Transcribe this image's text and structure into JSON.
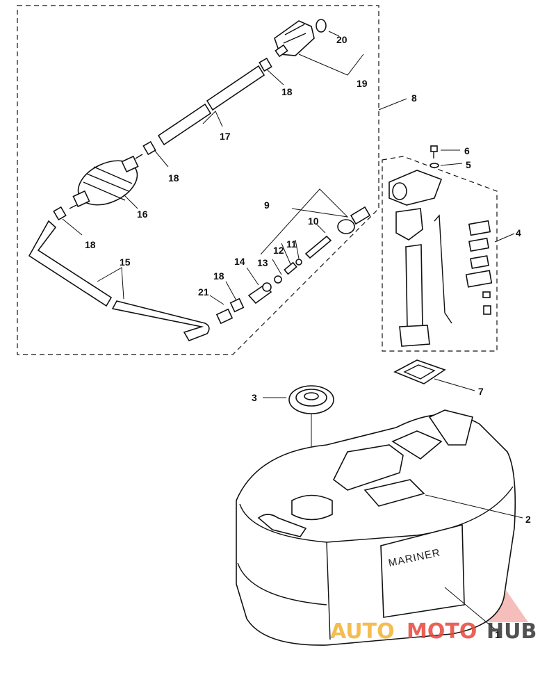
{
  "diagram": {
    "labels": {
      "p1": "1",
      "p2": "2",
      "p3": "3",
      "p4": "4",
      "p5": "5",
      "p6": "6",
      "p7": "7",
      "p8": "8",
      "p9": "9",
      "p10": "10",
      "p11": "11",
      "p12": "12",
      "p13": "13",
      "p14": "14",
      "p15": "15",
      "p16": "16",
      "p17": "17",
      "p18a": "18",
      "p18b": "18",
      "p18c": "18",
      "p18d": "18",
      "p19": "19",
      "p20": "20",
      "p21": "21"
    },
    "tank_brand": "MARINER",
    "colors": {
      "line": "#111111",
      "watermark_red": "#e8463c",
      "watermark_gold": "#f2b233",
      "watermark_dark": "#333333"
    }
  },
  "watermark": {
    "part1": "AUTO",
    "part2": "MOTO",
    "part3": "HUB"
  }
}
